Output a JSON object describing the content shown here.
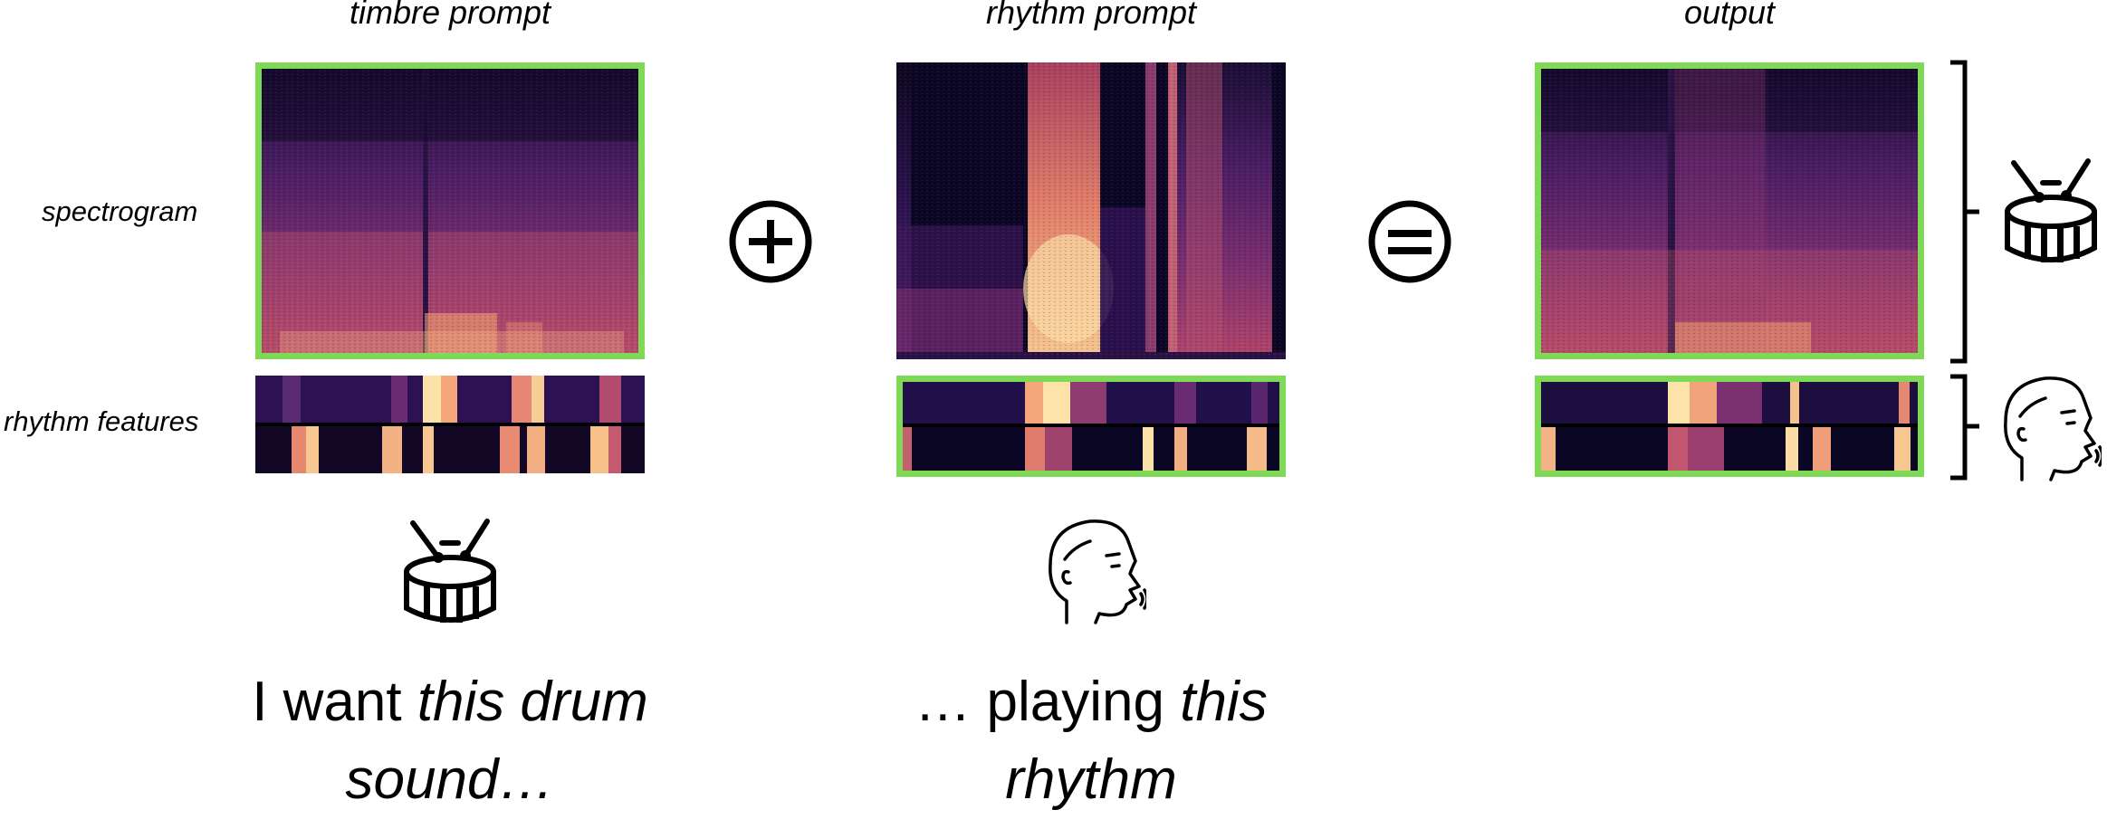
{
  "columns": {
    "timbre": {
      "title": "timbre prompt"
    },
    "rhythm": {
      "title": "rhythm prompt"
    },
    "output": {
      "title": "output"
    }
  },
  "rows": {
    "spectrogram": "spectrogram",
    "rhythm_features": "rhythm features"
  },
  "operators": [
    "plus-circle",
    "equals-circle"
  ],
  "captions": {
    "timbre": {
      "plain": "I want ",
      "italic": "this drum",
      "line2": "sound…"
    },
    "rhythm": {
      "plain": "… playing ",
      "italic": "this",
      "line2": "rhythm"
    }
  },
  "icons": [
    "drum-icon",
    "beatbox-face-icon"
  ],
  "colors": {
    "highlight": "#7ed957",
    "colormap_low": "#0b0624",
    "colormap_mid": "#8a2f7a",
    "colormap_high": "#fde9b6"
  }
}
